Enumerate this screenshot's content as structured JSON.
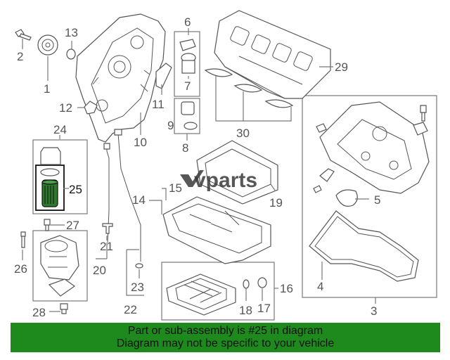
{
  "watermark": {
    "brand": "vparts"
  },
  "callouts": [
    "1",
    "2",
    "3",
    "4",
    "5",
    "6",
    "7",
    "8",
    "9",
    "10",
    "11",
    "12",
    "13",
    "14",
    "15",
    "16",
    "17",
    "18",
    "19",
    "20",
    "21",
    "22",
    "23",
    "24",
    "25",
    "26",
    "27",
    "28",
    "29",
    "30"
  ],
  "highlighted_callout": "25",
  "banner": {
    "line1": "Part or sub-assembly is #25 in diagram",
    "line2": "Diagram may not be specific to your vehicle",
    "color": "#1e8a1e"
  }
}
